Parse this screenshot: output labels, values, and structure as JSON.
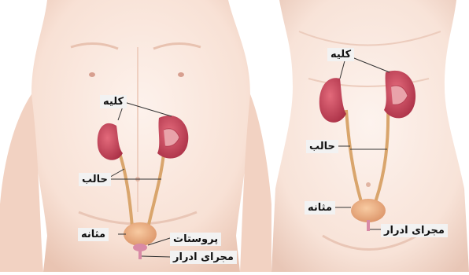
{
  "labels": {
    "male_kidney": "کلیه",
    "male_ureter": "حالب",
    "male_bladder": "مثانه",
    "male_prostate": "پروستات",
    "male_urethra": "مجرای ادرار",
    "female_kidney": "کلیه",
    "female_ureter": "حالب",
    "female_bladder": "مثانه",
    "female_urethra": "مجرای ادرار"
  },
  "colors": {
    "skin_light": "#fbe9df",
    "skin_shade": "#eac3b1",
    "kidney": "#c8455a",
    "kidney_inner": "#e7a2a9",
    "ureter": "#ddb07a",
    "bladder": "#f0b68a",
    "prostate": "#d98aa6",
    "leader": "#333333"
  }
}
